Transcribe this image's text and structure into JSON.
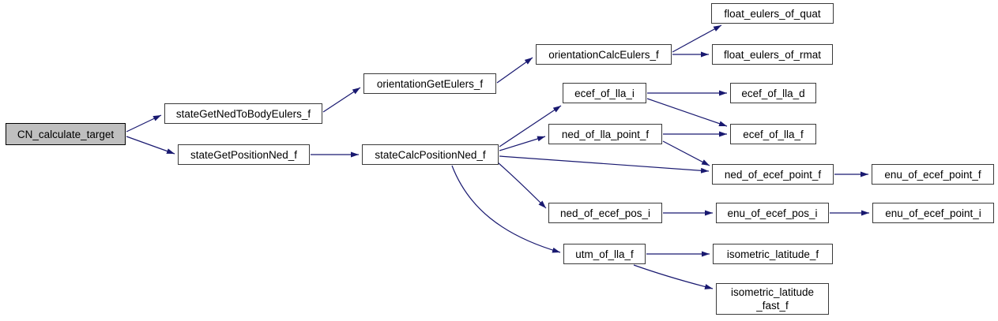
{
  "diagram": {
    "type": "call-graph",
    "colors": {
      "background": "#ffffff",
      "edge": "#191970",
      "node_fill": "#ffffff",
      "node_border": "#3a3a3a",
      "root_fill": "#bfbfbf",
      "root_border": "#000000",
      "text": "#000000"
    },
    "nodes": [
      {
        "id": "cn_calculate_target",
        "label": "CN_calculate_target",
        "root": true
      },
      {
        "id": "stateGetNedToBodyEulers_f",
        "label": "stateGetNedToBodyEulers_f"
      },
      {
        "id": "stateGetPositionNed_f",
        "label": "stateGetPositionNed_f"
      },
      {
        "id": "orientationGetEulers_f",
        "label": "orientationGetEulers_f"
      },
      {
        "id": "stateCalcPositionNed_f",
        "label": "stateCalcPositionNed_f"
      },
      {
        "id": "orientationCalcEulers_f",
        "label": "orientationCalcEulers_f"
      },
      {
        "id": "float_eulers_of_quat",
        "label": "float_eulers_of_quat"
      },
      {
        "id": "float_eulers_of_rmat",
        "label": "float_eulers_of_rmat"
      },
      {
        "id": "ecef_of_lla_i",
        "label": "ecef_of_lla_i"
      },
      {
        "id": "ecef_of_lla_d",
        "label": "ecef_of_lla_d"
      },
      {
        "id": "ecef_of_lla_f",
        "label": "ecef_of_lla_f"
      },
      {
        "id": "ned_of_lla_point_f",
        "label": "ned_of_lla_point_f"
      },
      {
        "id": "ned_of_ecef_point_f",
        "label": "ned_of_ecef_point_f"
      },
      {
        "id": "enu_of_ecef_point_f",
        "label": "enu_of_ecef_point_f"
      },
      {
        "id": "ned_of_ecef_pos_i",
        "label": "ned_of_ecef_pos_i"
      },
      {
        "id": "enu_of_ecef_pos_i",
        "label": "enu_of_ecef_pos_i"
      },
      {
        "id": "enu_of_ecef_point_i",
        "label": "enu_of_ecef_point_i"
      },
      {
        "id": "utm_of_lla_f",
        "label": "utm_of_lla_f"
      },
      {
        "id": "isometric_latitude_f",
        "label": "isometric_latitude_f"
      },
      {
        "id": "isometric_latitude_fast_f",
        "label": "isometric_latitude\n_fast_f"
      }
    ],
    "edges": [
      {
        "from": "cn_calculate_target",
        "to": "stateGetNedToBodyEulers_f"
      },
      {
        "from": "cn_calculate_target",
        "to": "stateGetPositionNed_f"
      },
      {
        "from": "stateGetNedToBodyEulers_f",
        "to": "orientationGetEulers_f"
      },
      {
        "from": "stateGetPositionNed_f",
        "to": "stateCalcPositionNed_f"
      },
      {
        "from": "orientationGetEulers_f",
        "to": "orientationCalcEulers_f"
      },
      {
        "from": "orientationCalcEulers_f",
        "to": "float_eulers_of_quat"
      },
      {
        "from": "orientationCalcEulers_f",
        "to": "float_eulers_of_rmat"
      },
      {
        "from": "stateCalcPositionNed_f",
        "to": "ecef_of_lla_i"
      },
      {
        "from": "stateCalcPositionNed_f",
        "to": "ned_of_lla_point_f"
      },
      {
        "from": "stateCalcPositionNed_f",
        "to": "ned_of_ecef_point_f"
      },
      {
        "from": "stateCalcPositionNed_f",
        "to": "ned_of_ecef_pos_i"
      },
      {
        "from": "stateCalcPositionNed_f",
        "to": "utm_of_lla_f"
      },
      {
        "from": "ecef_of_lla_i",
        "to": "ecef_of_lla_d"
      },
      {
        "from": "ecef_of_lla_i",
        "to": "ecef_of_lla_f"
      },
      {
        "from": "ned_of_lla_point_f",
        "to": "ecef_of_lla_f"
      },
      {
        "from": "ned_of_lla_point_f",
        "to": "ned_of_ecef_point_f"
      },
      {
        "from": "ned_of_ecef_point_f",
        "to": "enu_of_ecef_point_f"
      },
      {
        "from": "ned_of_ecef_pos_i",
        "to": "enu_of_ecef_pos_i"
      },
      {
        "from": "enu_of_ecef_pos_i",
        "to": "enu_of_ecef_point_i"
      },
      {
        "from": "utm_of_lla_f",
        "to": "isometric_latitude_f"
      },
      {
        "from": "utm_of_lla_f",
        "to": "isometric_latitude_fast_f"
      }
    ]
  }
}
